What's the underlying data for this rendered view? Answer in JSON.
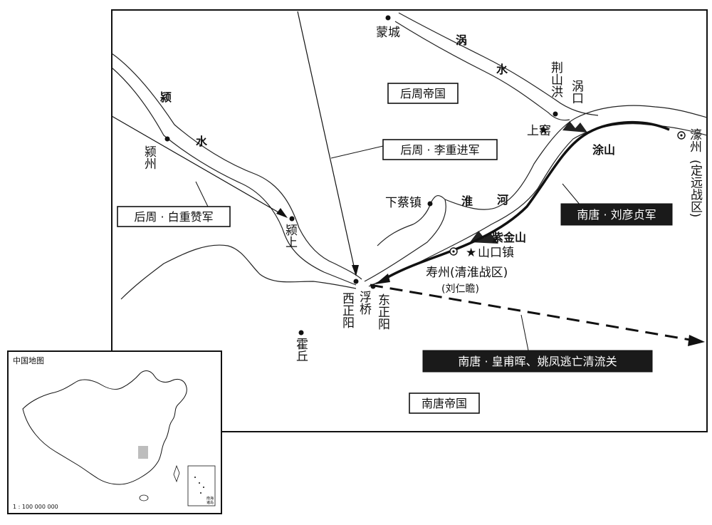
{
  "regions": {
    "later_zhou": "后周帝国",
    "southern_tang": "南唐帝国"
  },
  "armies": {
    "li_chongjin": "后周 · 李重进军",
    "bai_chongzan": "后周 · 白重赞军",
    "liu_yanzhen": "南唐 · 刘彦贞军",
    "huangfu_hui": "南唐 · 皇甫晖、姚凤逃亡清流关"
  },
  "places": {
    "mengcheng": "蒙城",
    "jingshanhong": "荆山洪",
    "guokou": "涡口",
    "shangyao": "上窑",
    "haozhou": "濠州",
    "haozhou_note": "(定远战区)",
    "tushan": "涂山",
    "yingzhou": "颍州",
    "xiacai": "下蔡镇",
    "zijinshan": "紫金山",
    "shankouzhen": "山口镇",
    "shouzhou": "寿州(清淮战区)",
    "shouzhou_commander": "(刘仁瞻)",
    "yingshang": "颍上",
    "xizhengyang": "西正阳",
    "fuqiao": "浮桥",
    "dongzhengyang": "东正阳",
    "huoqiu": "霍丘"
  },
  "rivers": {
    "guo_1": "涡",
    "guo_2": "水",
    "ying_1": "颍",
    "ying_2": "水",
    "huai_1": "淮",
    "huai_2": "河"
  },
  "inset": {
    "title": "中国地图",
    "scale": "1 : 100 000 000",
    "scs_label": "南海诸岛"
  }
}
